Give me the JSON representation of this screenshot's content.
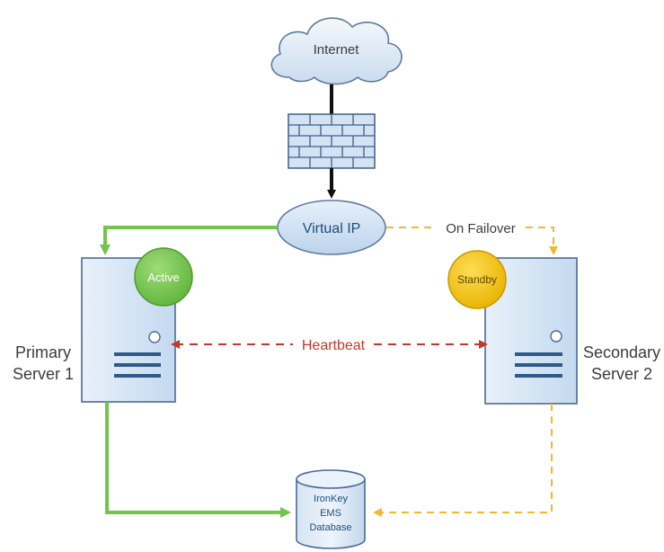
{
  "nodes": {
    "internet": {
      "label": "Internet"
    },
    "virtual_ip": {
      "label": "Virtual IP"
    },
    "primary": {
      "line1": "Primary",
      "line2": "Server 1",
      "status": "Active"
    },
    "secondary": {
      "line1": "Secondary",
      "line2": "Server 2",
      "status": "Standby"
    },
    "database": {
      "line1": "IronKey",
      "line2": "EMS",
      "line3": "Database"
    }
  },
  "links": {
    "failover": "On Failover",
    "heartbeat": "Heartbeat"
  },
  "colors": {
    "active_green": "#72c44a",
    "standby_yellow": "#f5c518",
    "heartbeat_red": "#c0392b",
    "failover_orange": "#f5b731",
    "node_blue": "#cfe1f2",
    "text_dark_blue": "#1f4e79"
  },
  "icons": {
    "cloud": "cloud-icon",
    "firewall": "brick-firewall-icon",
    "server": "server-tower-icon",
    "database": "database-cylinder-icon"
  }
}
